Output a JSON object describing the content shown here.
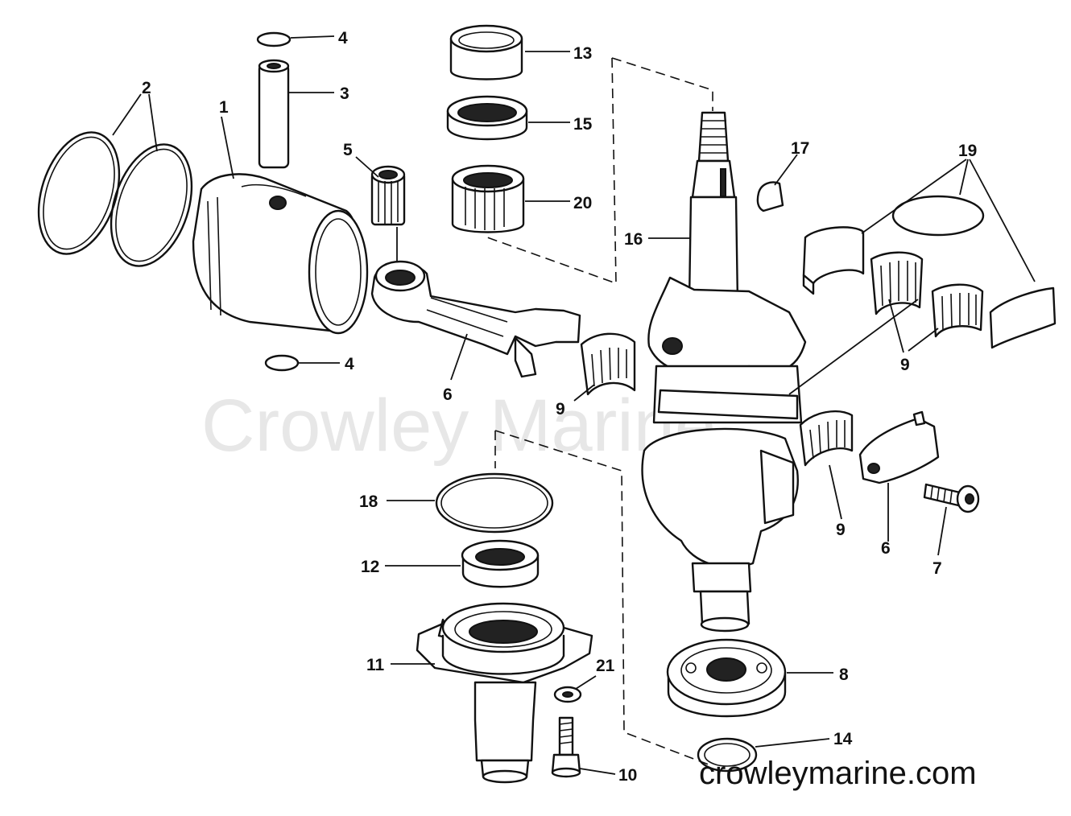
{
  "watermark": "Crowley Marine",
  "footer_url": "crowleymarine.com",
  "callouts": {
    "c1": "1",
    "c2": "2",
    "c3": "3",
    "c4a": "4",
    "c4b": "4",
    "c5": "5",
    "c6a": "6",
    "c6b": "6",
    "c7": "7",
    "c8": "8",
    "c9a": "9",
    "c9b": "9",
    "c9c": "9",
    "c10": "10",
    "c11": "11",
    "c12": "12",
    "c13": "13",
    "c14": "14",
    "c15": "15",
    "c16": "16",
    "c17": "17",
    "c18": "18",
    "c19": "19",
    "c20": "20",
    "c21": "21"
  }
}
